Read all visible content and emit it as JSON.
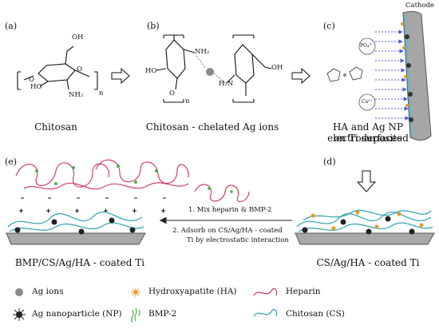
{
  "panels": {
    "a": {
      "label": "(a)",
      "caption": "Chitosan",
      "groups": {
        "oh_top": "OH",
        "oh_left": "HO",
        "nh2": "NH₂",
        "o_ring": "O",
        "o_link": "O",
        "n": "n"
      }
    },
    "b": {
      "label": "(b)",
      "caption": "Chitosan - chelated Ag ions",
      "groups": {
        "oh": "OH",
        "ho": "HO",
        "nh2_left": "NH₂",
        "nh2_right": "H₂N",
        "o": "O",
        "n": "n"
      }
    },
    "c": {
      "label": "(c)",
      "caption_line1": "HA and Ag NP electrodeposited",
      "caption_line2": "on Ti surfaces",
      "cathode": "Cathode",
      "po4": "PO₄³⁻",
      "ca": "Ca²⁺"
    },
    "d": {
      "label": "(d)",
      "caption": "CS/Ag/HA - coated Ti"
    },
    "e": {
      "label": "(e)",
      "caption": "BMP/CS/Ag/HA - coated Ti"
    }
  },
  "steps": {
    "step1": "1. Mix heparin & BMP-2",
    "step2_line1": "2. Adsorb on CS/Ag/HA - coated",
    "step2_line2": "Ti by electrostatic interaction"
  },
  "legend": [
    {
      "icon": "ag-ion-icon",
      "label": "Ag ions"
    },
    {
      "icon": "hydroxyapatite-icon",
      "label": "Hydroxyapatite (HA)"
    },
    {
      "icon": "heparin-icon",
      "label": "Heparin"
    },
    {
      "icon": "ag-nanoparticle-icon",
      "label": "Ag nanoparticle (NP)"
    },
    {
      "icon": "bmp2-icon",
      "label": "BMP-2"
    },
    {
      "icon": "chitosan-icon",
      "label": "Chitosan (CS)"
    }
  ],
  "colors": {
    "heparin": "#d2436a",
    "chitosan": "#3aa7b8",
    "ha": "#e39a2a",
    "bmp": "#4caf50",
    "ti": "#9a9a9a"
  }
}
